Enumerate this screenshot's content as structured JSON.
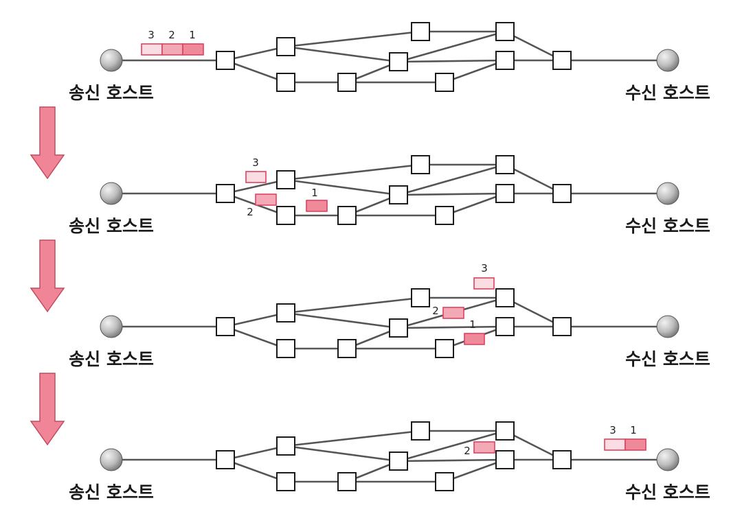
{
  "labels": {
    "sender": "송신 호스트",
    "receiver": "수신 호스트"
  },
  "packet_colors": {
    "1": "#ee8a9a",
    "2": "#f3aab6",
    "3": "#fadde2"
  },
  "stages": [
    {
      "packets": [
        {
          "id": "3",
          "label": "3",
          "where": "sender-queue"
        },
        {
          "id": "2",
          "label": "2",
          "where": "sender-queue"
        },
        {
          "id": "1",
          "label": "1",
          "where": "sender-queue"
        }
      ]
    },
    {
      "packets": [
        {
          "id": "3",
          "label": "3",
          "where": "upper-link-near-sender"
        },
        {
          "id": "2",
          "label": "2",
          "where": "lower-link-near-sender"
        },
        {
          "id": "1",
          "label": "1",
          "where": "lower-link-middle"
        }
      ]
    },
    {
      "packets": [
        {
          "id": "3",
          "label": "3",
          "where": "above-upper-right-router"
        },
        {
          "id": "2",
          "label": "2",
          "where": "mesh-upper-link"
        },
        {
          "id": "1",
          "label": "1",
          "where": "mesh-lower-link"
        }
      ]
    },
    {
      "packets": [
        {
          "id": "2",
          "label": "2",
          "where": "mesh-middle"
        },
        {
          "id": "3",
          "label": "3",
          "where": "receiver-queue"
        },
        {
          "id": "1",
          "label": "1",
          "where": "receiver-queue"
        }
      ]
    }
  ]
}
